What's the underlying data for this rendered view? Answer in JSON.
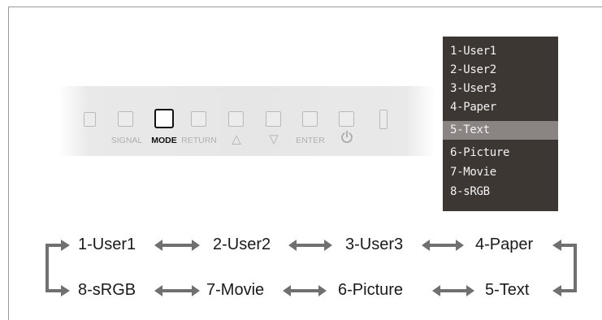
{
  "panel": {
    "labels": {
      "signal": "SIGNAL",
      "mode": "MODE",
      "return": "RETURN",
      "enter": "ENTER"
    },
    "symbols": {
      "up": "△",
      "down": "▽"
    },
    "active_button": "MODE"
  },
  "osd_menu": {
    "items": [
      "1-User1",
      "2-User2",
      "3-User3",
      "4-Paper",
      "5-Text",
      "6-Picture",
      "7-Movie",
      "8-sRGB"
    ],
    "selected": "5-Text"
  },
  "cycle": {
    "top_row": [
      "1-User1",
      "2-User2",
      "3-User3",
      "4-Paper"
    ],
    "bottom_row": [
      "8-sRGB",
      "7-Movie",
      "6-Picture",
      "5-Text"
    ]
  },
  "colors": {
    "osd_bg": "#3d3734",
    "osd_selected": "#8a8582",
    "arrow": "#707070"
  }
}
